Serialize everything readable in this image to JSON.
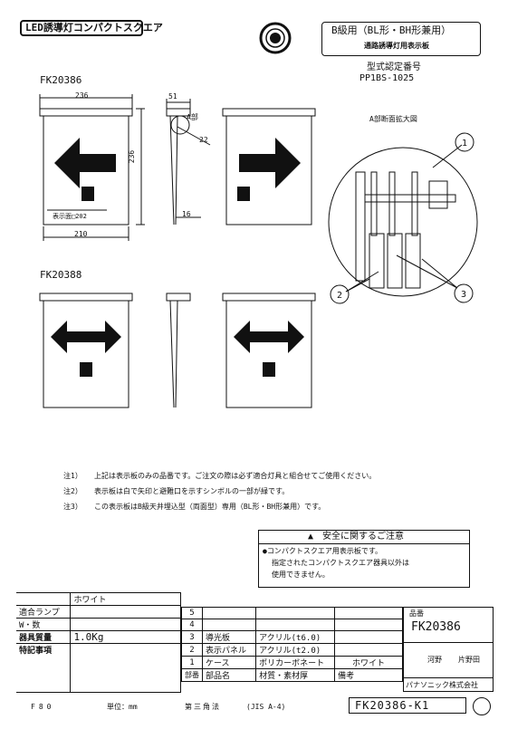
{
  "header": {
    "series_title": "LED誘導灯コンパクトスクエア",
    "class_line1": "B級用（BL形・BH形兼用）",
    "class_line2": "通路誘導灯用表示板",
    "approval_label": "型式認定番号",
    "approval_number": "PP1BS-1025"
  },
  "drawing1": {
    "model": "FK20386",
    "dim_width": "236",
    "dim_height": "236",
    "dim_bottom": "210",
    "dim_top_side": "51",
    "dim_side_22": "22",
    "dim_side_16": "16",
    "label_a": "A部",
    "display_face": "表示面□202"
  },
  "detail": {
    "title": "A部断面拡大図",
    "callouts": [
      "1",
      "2",
      "3"
    ]
  },
  "drawing2": {
    "model": "FK20388"
  },
  "notes": [
    {
      "mark": "注1）",
      "text": "上記は表示板のみの品番です。ご注文の際は必ず適合灯具と組合せてご使用ください。"
    },
    {
      "mark": "注2）",
      "text": "表示板は白で矢印と避難口を示すシンボルの一部が緑です。"
    },
    {
      "mark": "注3）",
      "text": "この表示板はB級天井埋込型（両面型）専用（BL形・BH形兼用）です。"
    }
  ],
  "safety": {
    "title": "安全に関するご注意",
    "line1": "●コンパクトスクエア用表示板です。",
    "line2": "指定されたコンパクトスクエア器具以外は",
    "line3": "使用できません。"
  },
  "title_block": {
    "color": "ホワイト",
    "rows": [
      {
        "label": "適合ランプ",
        "value": ""
      },
      {
        "label": "W・数",
        "value": ""
      },
      {
        "label": "器具質量",
        "value": "1.0Kg"
      },
      {
        "label": "特記事項",
        "value": ""
      }
    ],
    "parts": [
      {
        "no": "5",
        "name": "",
        "material": "",
        "note": ""
      },
      {
        "no": "4",
        "name": "",
        "material": "",
        "note": ""
      },
      {
        "no": "3",
        "name": "導光板",
        "material": "アクリル(t6.0)",
        "note": ""
      },
      {
        "no": "2",
        "name": "表示パネル",
        "material": "アクリル(t2.0)",
        "note": ""
      },
      {
        "no": "1",
        "name": "ケース",
        "material": "ポリカーボネート",
        "note": "ホワイト"
      }
    ],
    "head_no": "部番",
    "head_name": "部品名",
    "head_material": "材質・素材厚",
    "head_note": "備考",
    "part_no_label": "品番",
    "part_no": "FK20386",
    "sign1": "河野",
    "sign2": "片野田",
    "company": "パナソニック株式会社"
  },
  "footer": {
    "code": "F80",
    "unit": "単位：mm",
    "projection": "第三角法",
    "standard": "(JIS A-4)",
    "drawing_no": "FK20386-K1"
  }
}
